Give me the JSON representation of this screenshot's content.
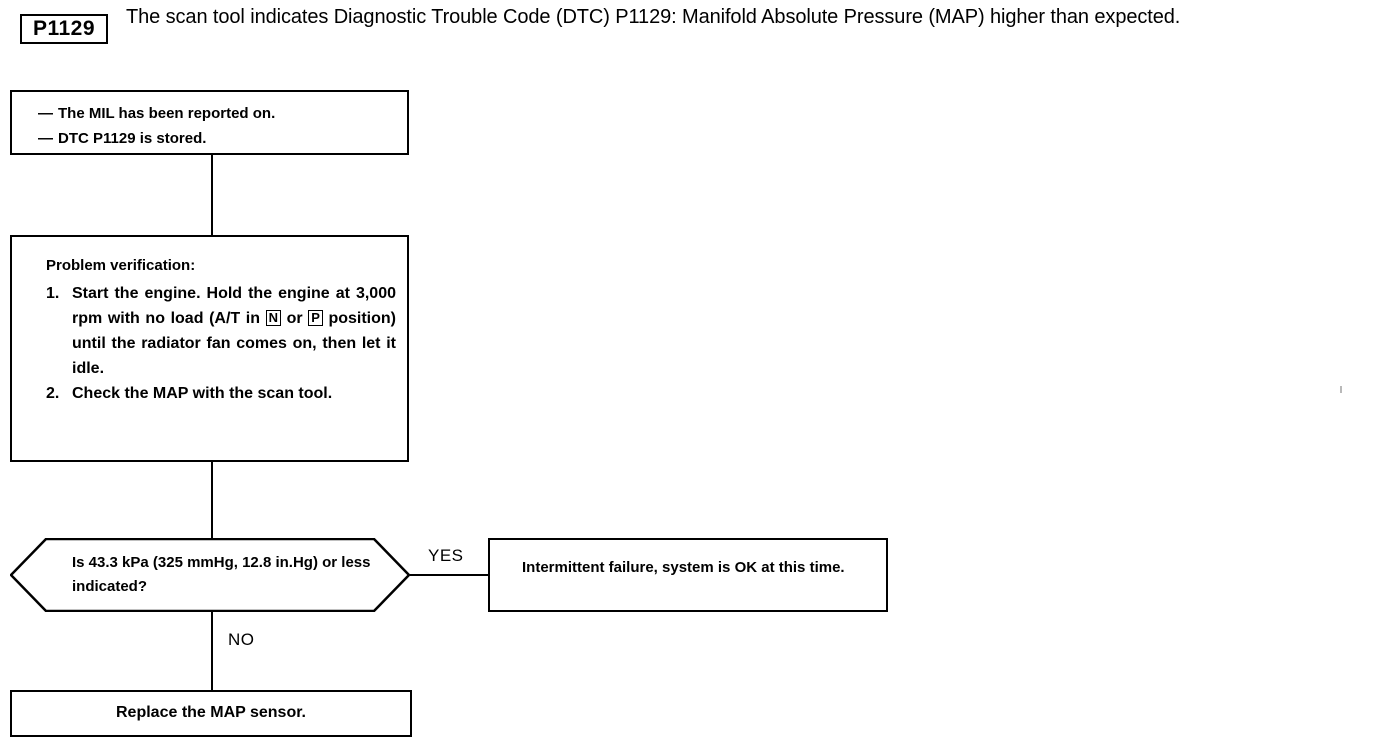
{
  "header": {
    "dtc_code": "P1129",
    "description": "The scan tool indicates Diagnostic Trouble Code (DTC) P1129: Manifold Absolute Pressure (MAP) higher than expected."
  },
  "flow": {
    "conditions_box": {
      "items": [
        "The MIL has been reported on.",
        "DTC P1129 is stored."
      ],
      "bullet": "—"
    },
    "verification_box": {
      "title": "Problem verification:",
      "steps": [
        {
          "number": "1.",
          "text_part1": "Start the engine. Hold the engine at 3,000 rpm with no load (A/T in ",
          "gear_1": "N",
          "text_part2": " or ",
          "gear_2": "P",
          "text_part3": " position) until the radiator fan comes on, then let it idle."
        },
        {
          "number": "2.",
          "text_part1": "Check the MAP with the scan tool."
        }
      ]
    },
    "decision": {
      "question": "Is 43.3 kPa (325 mmHg, 12.8 in.Hg) or less indicated?",
      "yes_label": "YES",
      "no_label": "NO"
    },
    "yes_result_box": {
      "text": "Intermittent failure, system is OK at this time."
    },
    "no_result_box": {
      "text": "Replace the MAP sensor."
    }
  },
  "colors": {
    "ink": "#000000",
    "paper": "#ffffff"
  }
}
